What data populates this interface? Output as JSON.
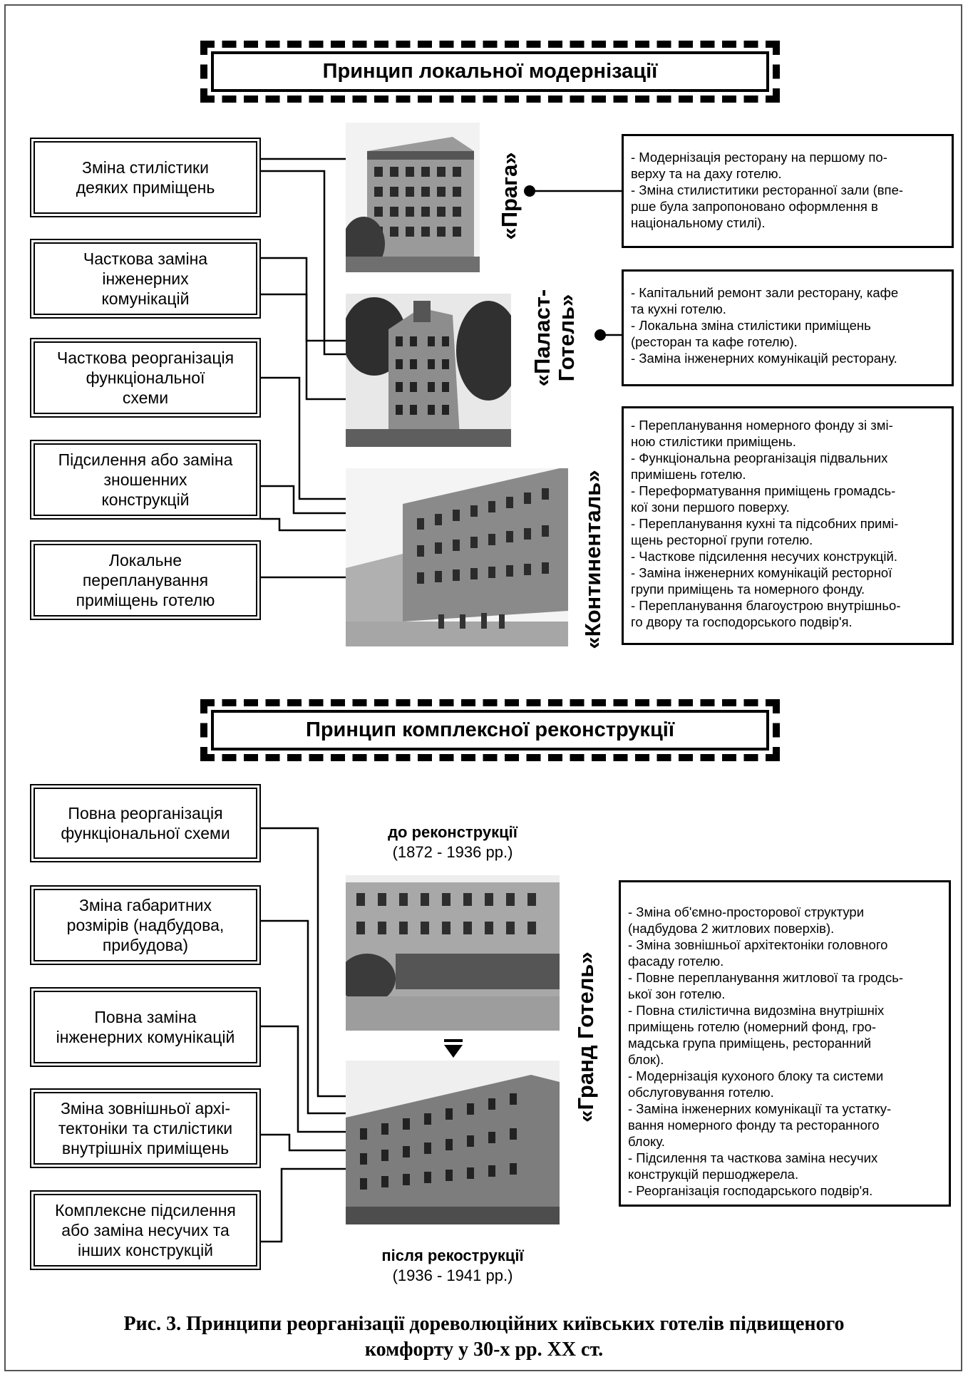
{
  "section1": {
    "title": "Принцип локальної модернізації",
    "left_boxes": [
      "Зміна стилістики\nдеяких приміщень",
      "Часткова заміна\nінженерних\nкомунікацій",
      "Часткова реорганізація\nфункціональної\nсхеми",
      "Підсилення або заміна\nзношенних\nконструкцій",
      "Локальне\nперепланування\nприміщень готелю"
    ],
    "hotels": [
      {
        "name": "«Прага»",
        "details": [
          "- Модернізація ресторану на першому по-",
          "  верху та на даху готелю.",
          "- Зміна стилиститики ресторанної зали (впе-",
          "  рше була запропоновано оформлення в",
          "  національному стилі)."
        ]
      },
      {
        "name": "«Паласт-\nГотель»",
        "details": [
          "- Капітальний ремонт зали ресторану, кафе",
          "  та кухні готелю.",
          "- Локальна зміна стилістики приміщень",
          "  (ресторан та кафе готелю).",
          "- Заміна інженерних комунікацій ресторану."
        ]
      },
      {
        "name": "«Континенталь»",
        "details": [
          "- Перепланування номерного фонду зі змі-",
          "  ною стилістики приміщень.",
          "- Функціональна реорганізація підвальних",
          "  примішень готелю.",
          "- Переформатування приміщень громадсь-",
          "  кої зони першого поверху.",
          "- Перепланування кухні та підсобних примі-",
          "  щень ресторної групи готелю.",
          "- Часткове підсилення несучих конструкцій.",
          "- Заміна інженерних комунікацій ресторної",
          "  групи приміщень та номерного фонду.",
          "- Перепланування благоустрою внутрішньо-",
          "          го двору та господорського подвір'я."
        ]
      }
    ]
  },
  "section2": {
    "title": "Принцип комплексної реконструкції",
    "left_boxes": [
      "Повна реорганізація\nфункціональної схеми",
      "Зміна габаритних\nрозмірів (надбудова,\nприбудова)",
      "Повна заміна\nінженерних комунікацій",
      "Зміна зовнішньої архі-\nтектоніки та стилістики\nвнутрішніх приміщень",
      "Комплексне підсилення\nабо заміна несучих та\nінших конструкцій"
    ],
    "before_label": "до реконструкції",
    "before_years": "(1872 - 1936 рр.)",
    "after_label": "після рекострукції",
    "after_years": "(1936 - 1941 рр.)",
    "hotel_name": "«Гранд Готель»",
    "details": [
      "- Зміна об'ємно-просторової структури",
      "  (надбудова 2 житлових поверхів).",
      "- Зміна зовнішньої архітектоніки головного",
      "  фасаду готелю.",
      "- Повне перепланування житлової та гродсь-",
      "  ької зон готелю.",
      "- Повна стилістична видозміна внутрішніх",
      "  приміщень готелю (номерний фонд, гро-",
      "  мадська група приміщень, ресторанний",
      "  блок).",
      "- Модернізація кухоного блоку та системи",
      "  обслуговування готелю.",
      "- Заміна інженерних комунікації та устатку-",
      "  вання номерного фонду та ресторанного",
      "  блоку.",
      "- Підсилення та часткова заміна несучих",
      "  конструкцій першоджерела.",
      "- Реорганізація господарського подвір'я."
    ]
  },
  "figure_caption": {
    "line1": "Рис. 3. Принципи реорганізації дореволюційних київських готелів підвищеного",
    "line2": "комфорту у 30-х рр. ХХ ст."
  }
}
